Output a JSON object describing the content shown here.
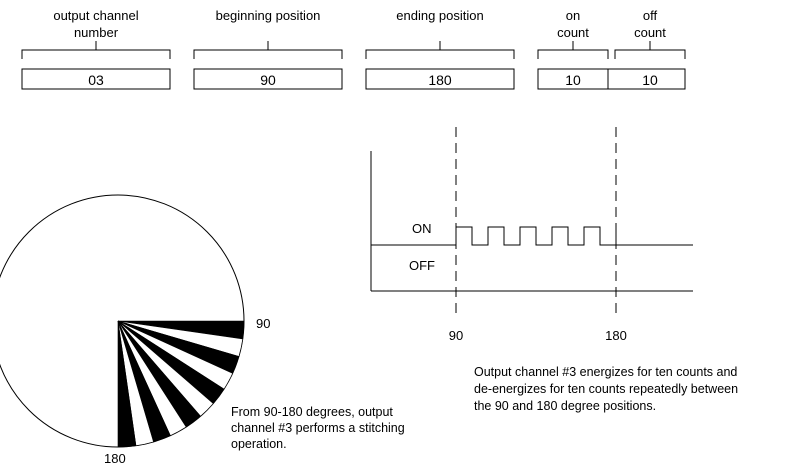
{
  "fields": [
    {
      "label_lines": [
        "output channel",
        "number"
      ],
      "value": "03"
    },
    {
      "label_lines": [
        "beginning position"
      ],
      "value": "90"
    },
    {
      "label_lines": [
        "ending position"
      ],
      "value": "180"
    },
    {
      "label_lines": [
        "on",
        "count"
      ],
      "value": "10"
    },
    {
      "label_lines": [
        "off",
        "count"
      ],
      "value": "10"
    }
  ],
  "dial": {
    "start_label": "90",
    "end_label": "180",
    "caption": [
      "From 90-180 degrees, output",
      "channel #3 performs a stitching",
      "operation."
    ]
  },
  "timing": {
    "on_label": "ON",
    "off_label": "OFF",
    "start_label": "90",
    "end_label": "180",
    "pulse_count": 5,
    "caption": [
      "Output channel #3 energizes for ten counts and",
      "de-energizes for ten counts repeatedly between",
      "the 90 and 180 degree positions."
    ]
  }
}
